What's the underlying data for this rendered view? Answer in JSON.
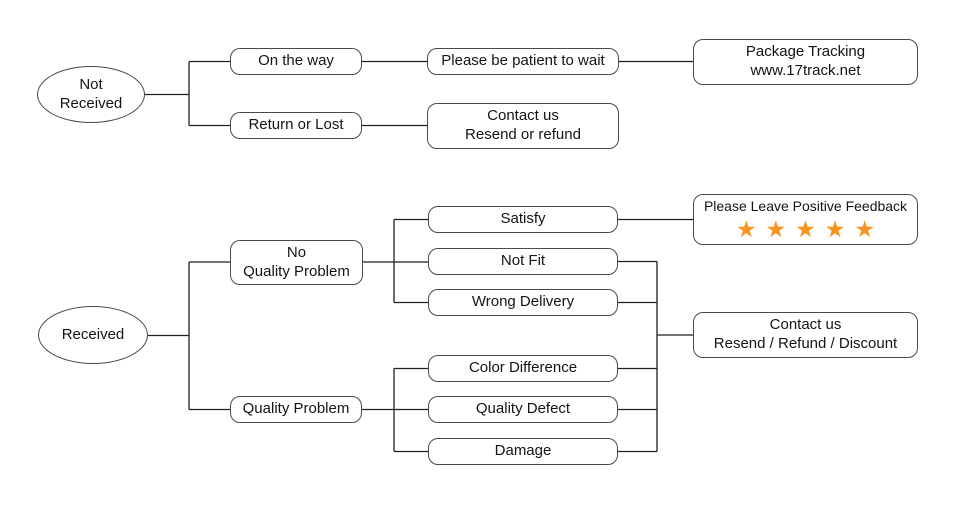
{
  "colors": {
    "star": "#F7941D",
    "border": "#4a4a4a",
    "line": "#1f1f1f",
    "text": "#141414",
    "background": "#ffffff"
  },
  "nodes": {
    "not_received": {
      "line1": "Not",
      "line2": "Received"
    },
    "on_the_way": {
      "label": "On the way"
    },
    "please_wait": {
      "label": "Please be patient to wait"
    },
    "package_tracking": {
      "line1": "Package Tracking",
      "line2": "www.17track.net"
    },
    "return_or_lost": {
      "label": "Return or Lost"
    },
    "contact_top": {
      "line1": "Contact us",
      "line2": "Resend or refund"
    },
    "received": {
      "label": "Received"
    },
    "no_quality_problem": {
      "line1": "No",
      "line2": "Quality Problem"
    },
    "quality_problem": {
      "label": "Quality Problem"
    },
    "satisfy": {
      "label": "Satisfy"
    },
    "not_fit": {
      "label": "Not Fit"
    },
    "wrong_delivery": {
      "label": "Wrong Delivery"
    },
    "color_difference": {
      "label": "Color Difference"
    },
    "quality_defect": {
      "label": "Quality Defect"
    },
    "damage": {
      "label": "Damage"
    },
    "feedback": {
      "label": "Please Leave Positive Feedback",
      "stars": "★★★★★"
    },
    "contact_bottom": {
      "line1": "Contact us",
      "line2": "Resend / Refund / Discount"
    }
  }
}
